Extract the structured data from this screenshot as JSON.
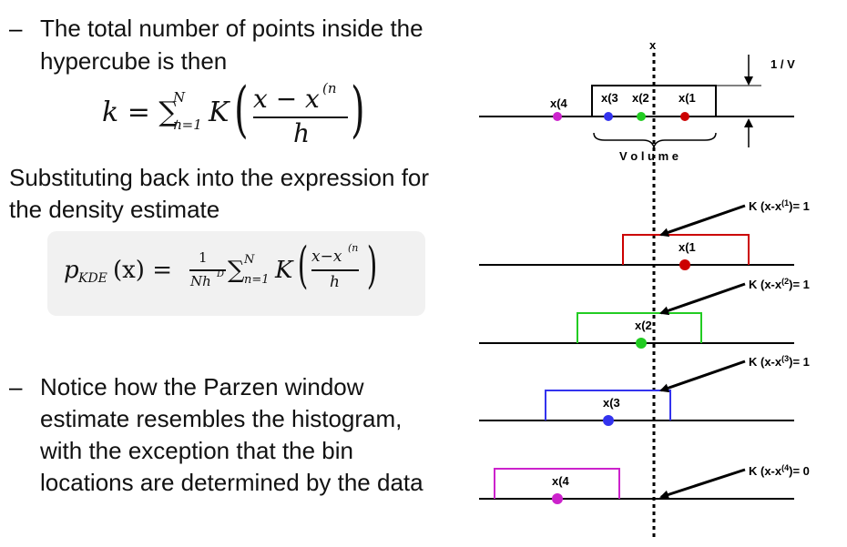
{
  "text": {
    "bullet1_dash": "–",
    "bullet1_line1": "The total number of points inside the",
    "bullet1_line2": "hypercube is then",
    "subst_line1": "Substituting back into the expression for",
    "subst_line2": "the density estimate",
    "bullet2_dash": "–",
    "bullet2_line1": "Notice how the Parzen window",
    "bullet2_line2": "estimate resembles the histogram,",
    "bullet2_line3": "with the exception that the bin",
    "bullet2_line4": "locations are determined by the data"
  },
  "formulas": {
    "k_lhs": "k = ∑",
    "k_sup": "N",
    "k_sub": "n=1",
    "k_K": "K",
    "k_num": "x − x",
    "k_num_sup": "(n",
    "k_den": "h",
    "p_lhs": "p",
    "p_sub": "KDE",
    "p_arg": "(x) =",
    "p_frac_num": "1",
    "p_frac_den": "Nh",
    "p_frac_den_sup": "D",
    "p_sum": "∑",
    "p_sum_sup": "N",
    "p_sum_sub": "n=1",
    "p_K": "K",
    "p_num": "x−x",
    "p_num_sup": "(n",
    "p_den": "h"
  },
  "diagram": {
    "x_label": "x",
    "volume_side_label": "1 / V",
    "volume_label": "V o l u m e",
    "top_points": [
      "x(4",
      "x(3",
      "x(2",
      "x(1"
    ],
    "rows": [
      {
        "point_label": "x(1",
        "kernel_label": "K (x-x",
        "kernel_sup": "(1",
        "kernel_end": ")= 1"
      },
      {
        "point_label": "x(2",
        "kernel_label": "K (x-x",
        "kernel_sup": "(2",
        "kernel_end": ")= 1"
      },
      {
        "point_label": "x(3",
        "kernel_label": "K (x-x",
        "kernel_sup": "(3",
        "kernel_end": ")= 1"
      },
      {
        "point_label": "x(4",
        "kernel_label": "K (x-x",
        "kernel_sup": "(4",
        "kernel_end": ")= 0"
      }
    ],
    "colors": {
      "p1": "#cc0000",
      "p2": "#22cc22",
      "p3": "#3333ee",
      "p4": "#cc22cc"
    }
  }
}
